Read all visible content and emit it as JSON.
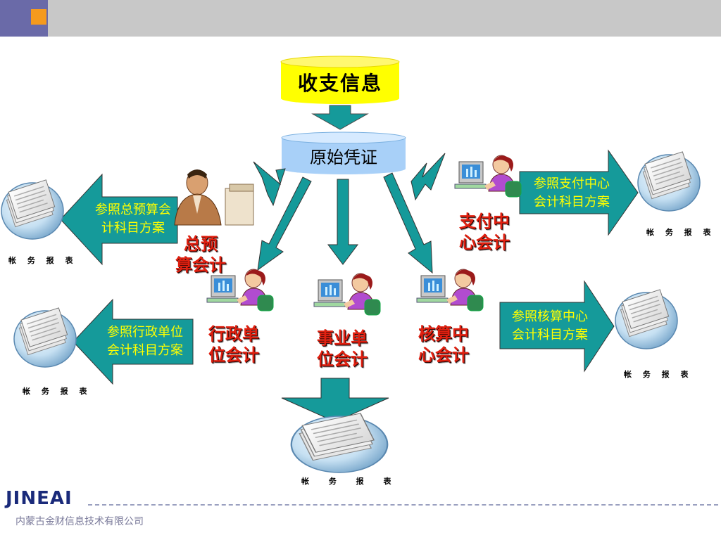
{
  "diagram": {
    "top_node": "收支信息",
    "voucher_node": "原始凭证",
    "accounting_units": {
      "total_budget": [
        "总预",
        "算会计"
      ],
      "payment_center": [
        "支付中",
        "心会计"
      ],
      "admin_unit": [
        "行政单",
        "位会计"
      ],
      "public_unit": [
        "事业单",
        "位会计"
      ],
      "accounting_center": [
        "核算中",
        "心会计"
      ]
    },
    "reference_schemes": {
      "total_budget": [
        "参照总预算会",
        "计科目方案"
      ],
      "admin_unit": [
        "参照行政单位",
        "会计科目方案"
      ],
      "payment_center": [
        "参照支付中心",
        "会计科目方案"
      ],
      "accounting_center": [
        "参照核算中心",
        "会计科目方案"
      ]
    },
    "report_label": "帐 务 报 表"
  },
  "colors": {
    "teal": "#159a9a",
    "yellow_node": "#ffff00",
    "blue_node": "#a8d0f8",
    "red_text": "#e02010",
    "arrow_text": "#ffff00"
  },
  "footer": {
    "logo": "JINEAI",
    "company": "内蒙古金财信息技术有限公司"
  }
}
